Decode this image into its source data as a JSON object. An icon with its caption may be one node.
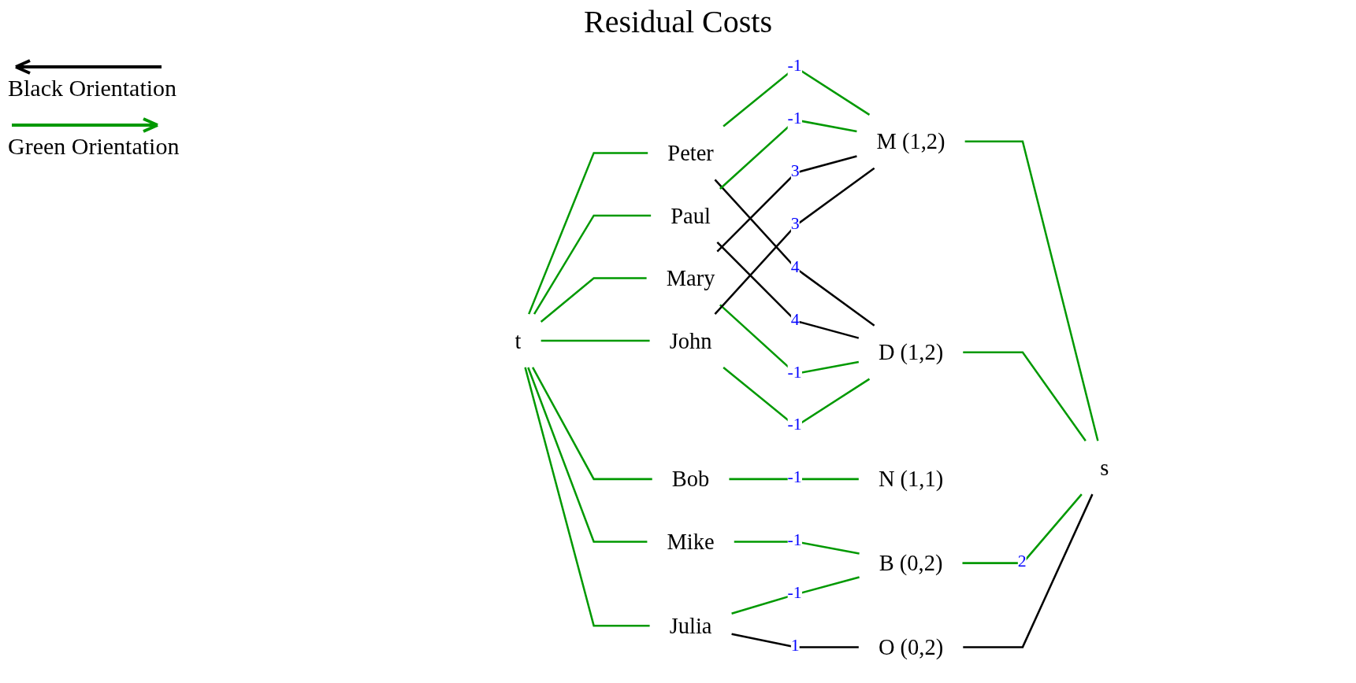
{
  "diagram": {
    "title": "Residual Costs",
    "nodes": [
      {
        "text": [
          "t"
        ]
      },
      {
        "text": [
          "Peter"
        ]
      },
      {
        "text": [
          "Paul"
        ]
      },
      {
        "text": [
          "Mary"
        ]
      },
      {
        "text": [
          "John"
        ]
      },
      {
        "text": [
          "Bob"
        ]
      },
      {
        "text": [
          "Mike"
        ]
      },
      {
        "text": [
          "Julia"
        ]
      },
      {
        "text": [
          "M (1,2)"
        ]
      },
      {
        "text": [
          "D (1,2)"
        ]
      },
      {
        "text": [
          "N (1,1)"
        ]
      },
      {
        "text": [
          "B (0,2)"
        ]
      },
      {
        "text": [
          "O (0,2)"
        ]
      },
      {
        "text": [
          "s"
        ]
      }
    ],
    "edges": [
      {
        "from": 0,
        "to": 1,
        "arrow": "none"
      },
      {
        "from": 0,
        "to": 2,
        "arrow": "none"
      },
      {
        "from": 0,
        "to": 3,
        "arrow": "none"
      },
      {
        "from": 0,
        "to": 4,
        "arrow": "none"
      },
      {
        "from": 0,
        "to": 5,
        "arrow": "none"
      },
      {
        "from": 0,
        "to": 6,
        "arrow": "none"
      },
      {
        "from": 0,
        "to": 7,
        "arrow": "none"
      },
      {
        "from": 1,
        "to": 8,
        "arrow": "none",
        "label": "-1"
      },
      {
        "from": 1,
        "to": 9,
        "arrow": "none",
        "label": "4",
        "color": "#000000"
      },
      {
        "from": 2,
        "to": 8,
        "arrow": "none",
        "label": "-1"
      },
      {
        "from": 2,
        "to": 9,
        "arrow": "none",
        "label": "4",
        "color": "#000000"
      },
      {
        "from": 3,
        "to": 8,
        "arrow": "none",
        "label": "3",
        "color": "#000000"
      },
      {
        "from": 3,
        "to": 9,
        "arrow": "none",
        "label": "-1"
      },
      {
        "from": 4,
        "to": 8,
        "arrow": "none",
        "label": "3",
        "color": "#000000"
      },
      {
        "from": 4,
        "to": 9,
        "arrow": "none",
        "label": "-1"
      },
      {
        "from": 5,
        "to": 10,
        "arrow": "none",
        "label": "-1"
      },
      {
        "from": 6,
        "to": 11,
        "arrow": "none",
        "label": "-1"
      },
      {
        "from": 7,
        "to": 11,
        "arrow": "none",
        "label": "-1"
      },
      {
        "from": 7,
        "to": 12,
        "arrow": "none",
        "label": "1",
        "color": "#000000"
      },
      {
        "from": 8,
        "to": 13,
        "arrow": "none"
      },
      {
        "from": 9,
        "to": 13,
        "arrow": "none"
      },
      {
        "from": 11,
        "to": 13,
        "arrow": "none",
        "label": "2"
      },
      {
        "from": 12,
        "to": 13,
        "arrow": "none",
        "color": "#000000"
      }
    ],
    "legend": [
      {
        "text": "Black Orientation"
      },
      {
        "text": "Green Orientation"
      }
    ]
  }
}
